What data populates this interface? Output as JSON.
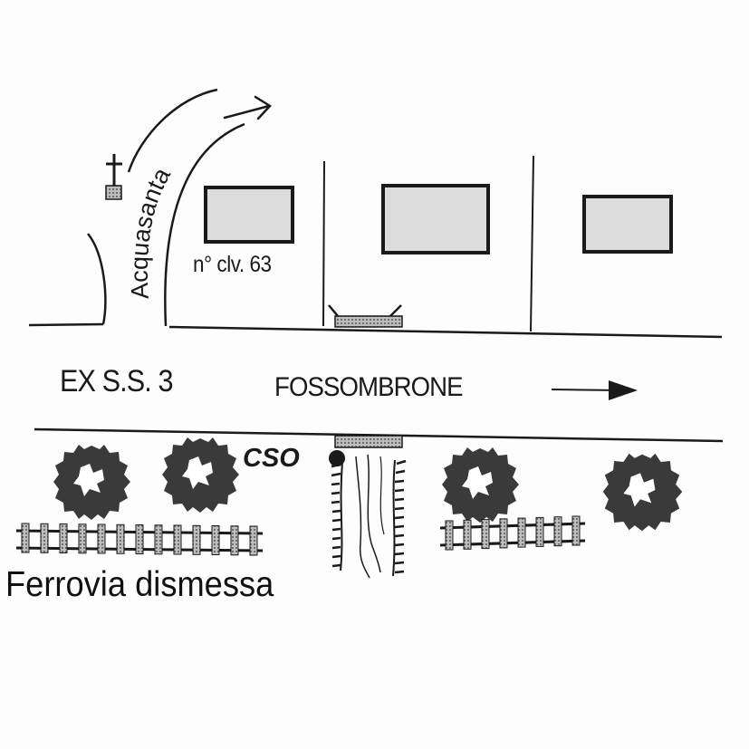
{
  "labels": {
    "road": "EX S.S. 3",
    "destination": "FOSSOMBRONE",
    "side_street": "Acquasanta",
    "civic_number": "n° clv. 63",
    "outfall": "CSO",
    "railway": "Ferrovia dismessa"
  },
  "colors": {
    "ink": "#1a1a1a",
    "building_fill": "#dcdcdc",
    "hatch": "#8a8a8a"
  },
  "icons": [
    "cross-icon",
    "tree-icon",
    "railway-track",
    "direction-arrow"
  ]
}
